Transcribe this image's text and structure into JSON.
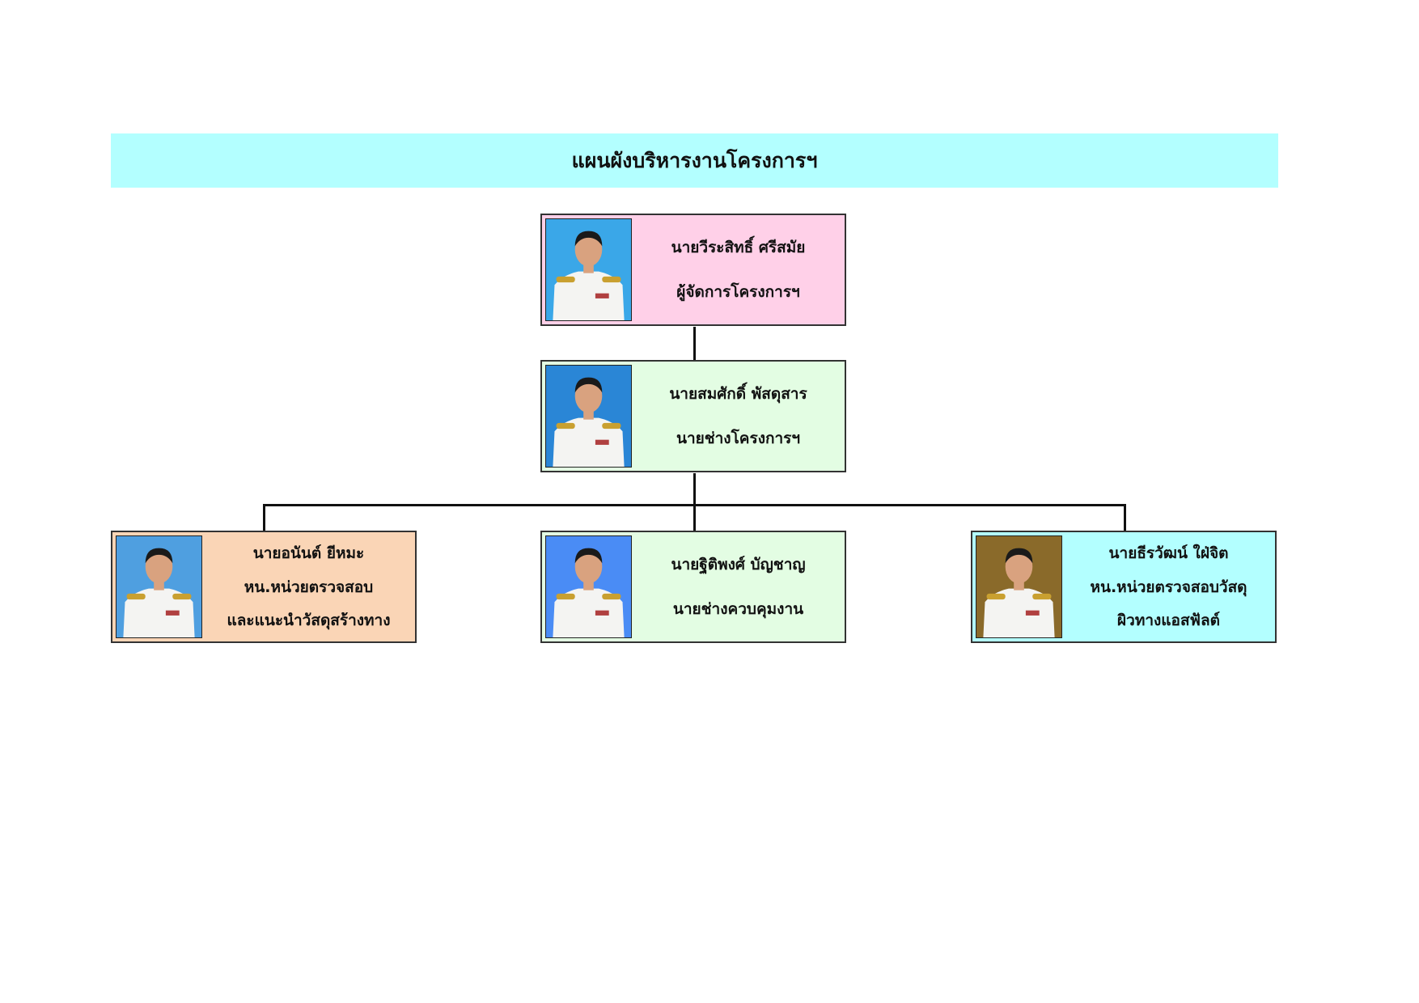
{
  "title": "แผนผังบริหารงานโครงการฯ",
  "nodes": [
    {
      "name": "นายวีระสิทธิ์  ศรีสมัย",
      "lines": [
        "ผู้จัดการโครงการฯ"
      ],
      "color": "#ffd0e8",
      "photo_bg": "#3aa7e8"
    },
    {
      "name": "นายสมศักดิ์   พัสดุสาร",
      "lines": [
        "นายช่างโครงการฯ"
      ],
      "color": "#e3fde3",
      "photo_bg": "#2a86d6"
    },
    {
      "name": "นายอนันต์  ยีหมะ",
      "lines": [
        "หน.หน่วยตรวจสอบ",
        "และแนะนำวัสดุสร้างทาง"
      ],
      "color": "#fad5b6",
      "photo_bg": "#4f9fe0"
    },
    {
      "name": "นายฐิติพงศ์  บัญชาญ",
      "lines": [
        "นายช่างควบคุมงาน"
      ],
      "color": "#e3fde3",
      "photo_bg": "#4a8cf5"
    },
    {
      "name": "นายธีรวัฒน์  ใฝ่จิต",
      "lines": [
        "หน.หน่วยตรวจสอบวัสดุ",
        "ผิวทางแอสฟัลต์"
      ],
      "color": "#b3ffff",
      "photo_bg": "#8a6a2a"
    }
  ]
}
